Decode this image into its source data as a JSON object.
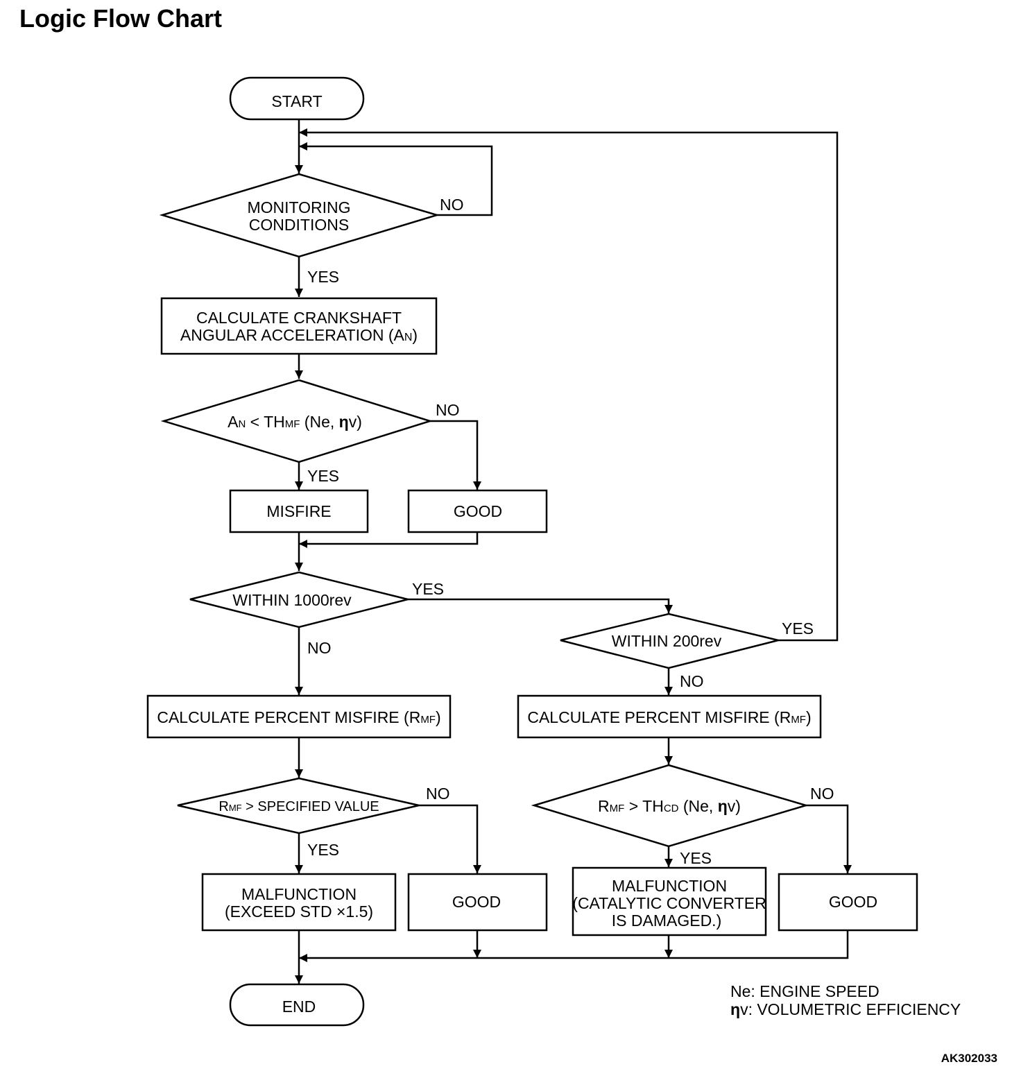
{
  "title": "Logic Flow Chart",
  "code": "AK302033",
  "nodes": {
    "start": {
      "l1": "START"
    },
    "monitoring": {
      "l1": "MONITORING",
      "l2": "CONDITIONS"
    },
    "calc_accel": {
      "l1": "CALCULATE CRANKSHAFT",
      "l2a": "ANGULAR ACCELERATION (A",
      "l2sub": "N",
      "l2b": ")"
    },
    "compare_an": {
      "a": "A",
      "asub": "N",
      "mid": " < TH",
      "msub": "MF",
      "tail": " (Ne, ",
      "eta": "η",
      "end": "v)"
    },
    "misfire": {
      "l1": "MISFIRE"
    },
    "good1": {
      "l1": "GOOD"
    },
    "within1000": {
      "l1": "WITHIN 1000rev"
    },
    "within200": {
      "l1": "WITHIN 200rev"
    },
    "calc_pct_left": {
      "a": "CALCULATE PERCENT MISFIRE (R",
      "sub": "MF",
      "b": ")"
    },
    "calc_pct_right": {
      "a": "CALCULATE PERCENT MISFIRE (R",
      "sub": "MF",
      "b": ")"
    },
    "rmf_specified": {
      "a": "R",
      "sub": "MF",
      "b": " > SPECIFIED VALUE"
    },
    "rmf_thcd": {
      "a": "R",
      "sub": "MF",
      "mid": " > TH",
      "msub": "CD",
      "tail": " (Ne, ",
      "eta": "η",
      "end": "v)"
    },
    "malfunction1": {
      "l1": "MALFUNCTION",
      "l2": "(EXCEED STD  ×1.5)"
    },
    "good2": {
      "l1": "GOOD"
    },
    "malfunction2": {
      "l1": "MALFUNCTION",
      "l2": "(CATALYTIC CONVERTER",
      "l3": "IS DAMAGED.)"
    },
    "good3": {
      "l1": "GOOD"
    },
    "end": {
      "l1": "END"
    }
  },
  "edge_labels": {
    "mon_no": "NO",
    "mon_yes": "YES",
    "an_no": "NO",
    "an_yes": "YES",
    "w1000_yes": "YES",
    "w1000_no": "NO",
    "w200_yes": "YES",
    "w200_no": "NO",
    "spec_no": "NO",
    "spec_yes": "YES",
    "thcd_no": "NO",
    "thcd_yes": "YES"
  },
  "legend": {
    "ne": "Ne: ENGINE SPEED",
    "eta_symbol": "η",
    "eta_text": "v: VOLUMETRIC EFFICIENCY"
  }
}
